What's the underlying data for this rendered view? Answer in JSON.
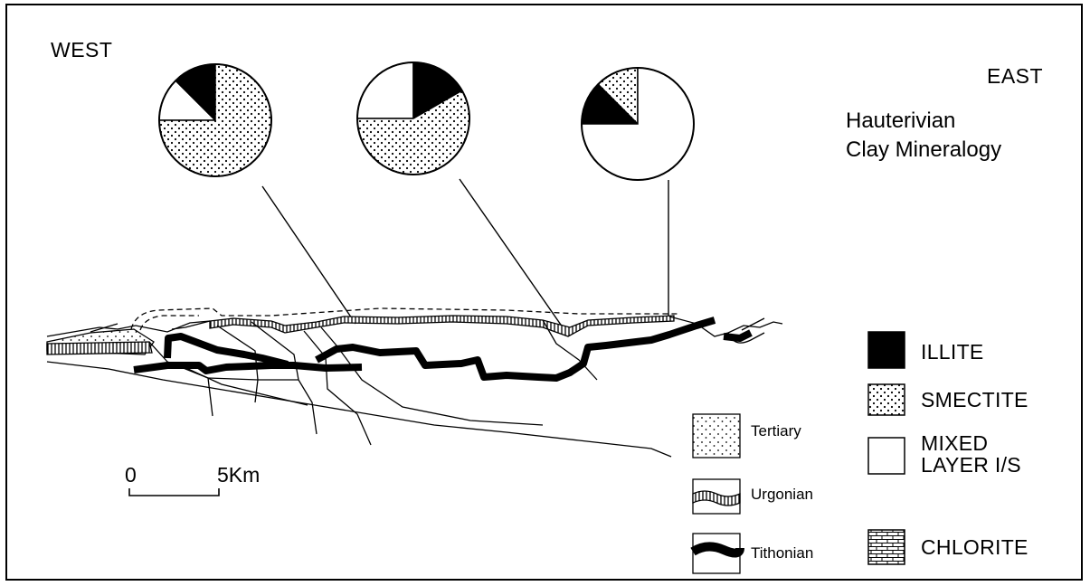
{
  "labels": {
    "west": "WEST",
    "east": "EAST",
    "title_line1": "Hauterivian",
    "title_line2": "Clay Mineralogy"
  },
  "mineral_legend": [
    {
      "name": "ILLITE",
      "pattern": "solid-black"
    },
    {
      "name": "SMECTITE",
      "pattern": "stipple"
    },
    {
      "name": "MIXED",
      "name2": "LAYER I/S",
      "pattern": "blank"
    },
    {
      "name": "CHLORITE",
      "pattern": "brick"
    }
  ],
  "unit_legend": [
    {
      "name": "Tertiary",
      "pattern": "dotted"
    },
    {
      "name": "Urgonian",
      "pattern": "vertical-hatch"
    },
    {
      "name": "Tithonian",
      "pattern": "black-band"
    }
  ],
  "scale_bar": {
    "start": "0",
    "end": "5Km"
  },
  "pie_charts": [
    {
      "id": "west-pie",
      "smectite": 0.75,
      "mixed_layer_is": 0.125,
      "illite": 0.125
    },
    {
      "id": "center-pie",
      "smectite": 0.583,
      "mixed_layer_is": 0.25,
      "illite": 0.167
    },
    {
      "id": "east-pie",
      "smectite": 0.125,
      "mixed_layer_is": 0.75,
      "illite": 0.125
    }
  ]
}
